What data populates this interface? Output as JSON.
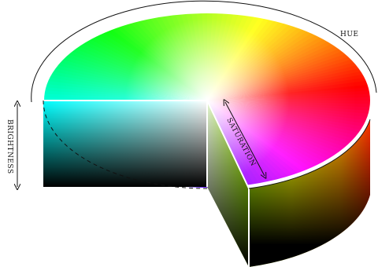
{
  "labels": {
    "hue": "HUE",
    "saturation": "SATURATION",
    "brightness": "BRIGHTNESS"
  },
  "colors": {
    "background": "#ffffff",
    "outline": "#111111",
    "cut_edge": "#ffffff",
    "hue_wheel": [
      "#ff0000",
      "#ffff00",
      "#00ff00",
      "#00ffff",
      "#0000ff",
      "#ff00ff"
    ],
    "center_white": "#ffffff",
    "base_black": "#000000"
  }
}
